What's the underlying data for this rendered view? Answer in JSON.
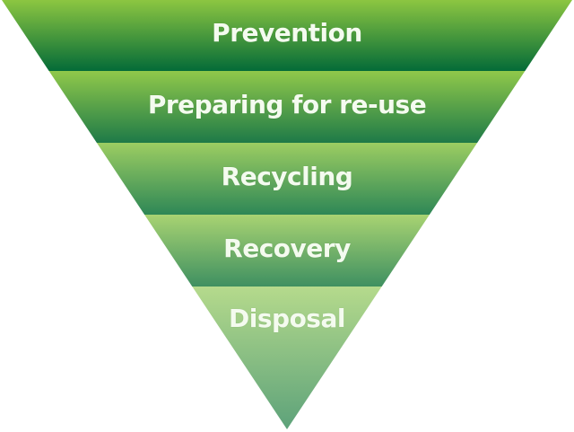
{
  "diagram": {
    "type": "inverted-pyramid",
    "title": "",
    "levels": [
      {
        "label": "Prevention",
        "color_top": "#8cc641",
        "color_bottom": "#046b38"
      },
      {
        "label": "Preparing for re-use",
        "color_top": "#90c84a",
        "color_bottom": "#1e7a48"
      },
      {
        "label": "Recycling",
        "color_top": "#9ccd62",
        "color_bottom": "#2e8756"
      },
      {
        "label": "Recovery",
        "color_top": "#a8d372",
        "color_bottom": "#3f9061"
      },
      {
        "label": "Disposal",
        "color_top": "#b5da8c",
        "color_bottom": "#5da27a"
      }
    ]
  }
}
